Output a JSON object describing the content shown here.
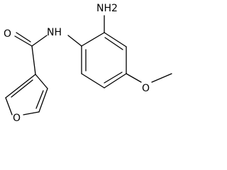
{
  "molecule": {
    "atoms": {
      "amine": "NH2",
      "amide_nh": "NH",
      "carbonyl_oxygen": "O",
      "methoxy_oxygen": "O",
      "furan_oxygen": "O"
    },
    "colors": {
      "bond": "#000000",
      "label": "#000000",
      "background": "#ffffff"
    }
  }
}
